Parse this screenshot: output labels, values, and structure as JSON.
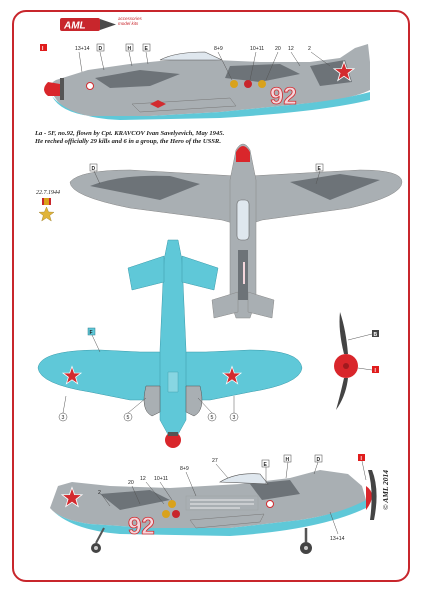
{
  "brand": {
    "logo_text": "AML",
    "tagline_line1": "accessories",
    "tagline_line2": "model kits"
  },
  "caption": {
    "line1": "La - 5F, no.92, flown by Cpt. KRAVCOV Ivan Savelyevich, May 1945.",
    "line2": "He  reched officially  29 kills and 6  in a group, the Hero of the USSR."
  },
  "medal": {
    "date": "22.7.1944",
    "icon": "gold-star-medal-icon"
  },
  "aircraft": {
    "number": "92"
  },
  "colors": {
    "frame": "#c8262c",
    "light_blue": "#5fc8d8",
    "medium_grey": "#a9afb3",
    "dark_grey": "#6d7378",
    "star_red": "#d32b2f",
    "spinner_red": "#d9262b",
    "chip_red": "#e01c1c",
    "chip_dark": "#444444"
  },
  "callouts": {
    "top_side": [
      "13+14",
      "D",
      "H",
      "E",
      "8+9",
      "10+11",
      "20",
      "12",
      "2"
    ],
    "top_chips": [
      "I",
      "D",
      "H",
      "E"
    ],
    "plan_top": [
      "D",
      "E"
    ],
    "plan_bottom": [
      "F",
      "3",
      "5",
      "5",
      "3"
    ],
    "propeller": [
      "B",
      "I"
    ],
    "bottom_side": [
      "2",
      "20",
      "12",
      "10+11",
      "8+9",
      "27",
      "E",
      "H",
      "D",
      "I",
      "13+14"
    ]
  },
  "copyright": "© AML 2014"
}
